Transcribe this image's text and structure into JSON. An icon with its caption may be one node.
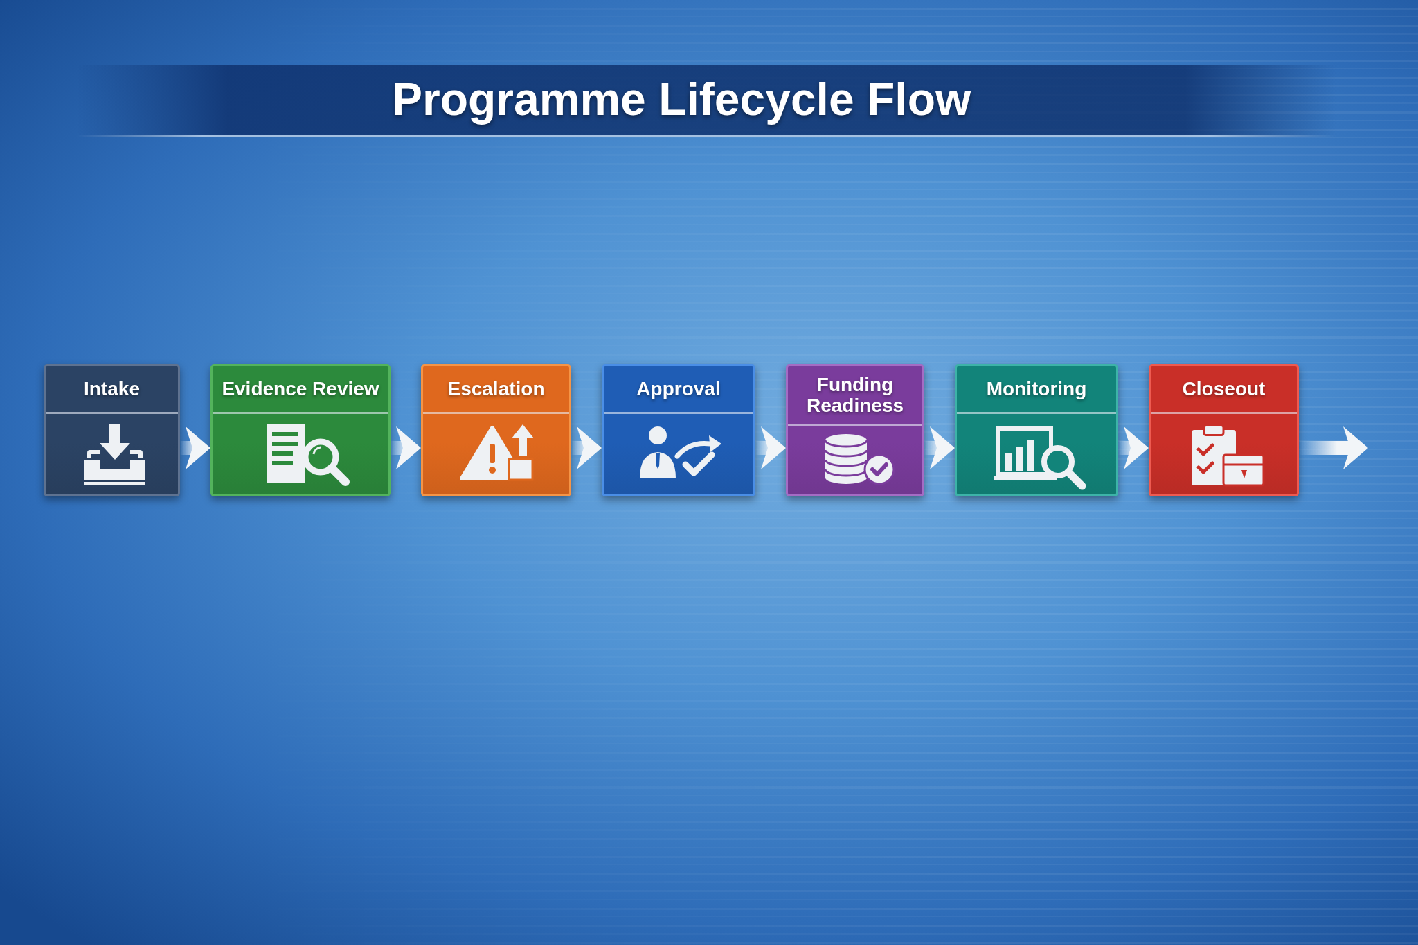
{
  "diagram": {
    "title": "Programme Lifecycle Flow",
    "nodes": [
      {
        "text": [
          "Intake"
        ]
      },
      {
        "text": [
          "Evidence Review"
        ]
      },
      {
        "text": [
          "Escalation"
        ]
      },
      {
        "text": [
          "Approval"
        ]
      },
      {
        "text": [
          "Funding Readiness"
        ]
      },
      {
        "text": [
          "Monitoring"
        ]
      },
      {
        "text": [
          "Closeout"
        ]
      }
    ],
    "edges": [
      {
        "from": 0,
        "to": 1,
        "arrow": "to"
      },
      {
        "from": 1,
        "to": 2,
        "arrow": "to"
      },
      {
        "from": 2,
        "to": 3,
        "arrow": "to"
      },
      {
        "from": 3,
        "to": 4,
        "arrow": "to"
      },
      {
        "from": 4,
        "to": 5,
        "arrow": "to"
      },
      {
        "from": 5,
        "to": 6,
        "arrow": "to"
      },
      {
        "from": 6,
        "to": null,
        "arrow": "to"
      }
    ]
  }
}
